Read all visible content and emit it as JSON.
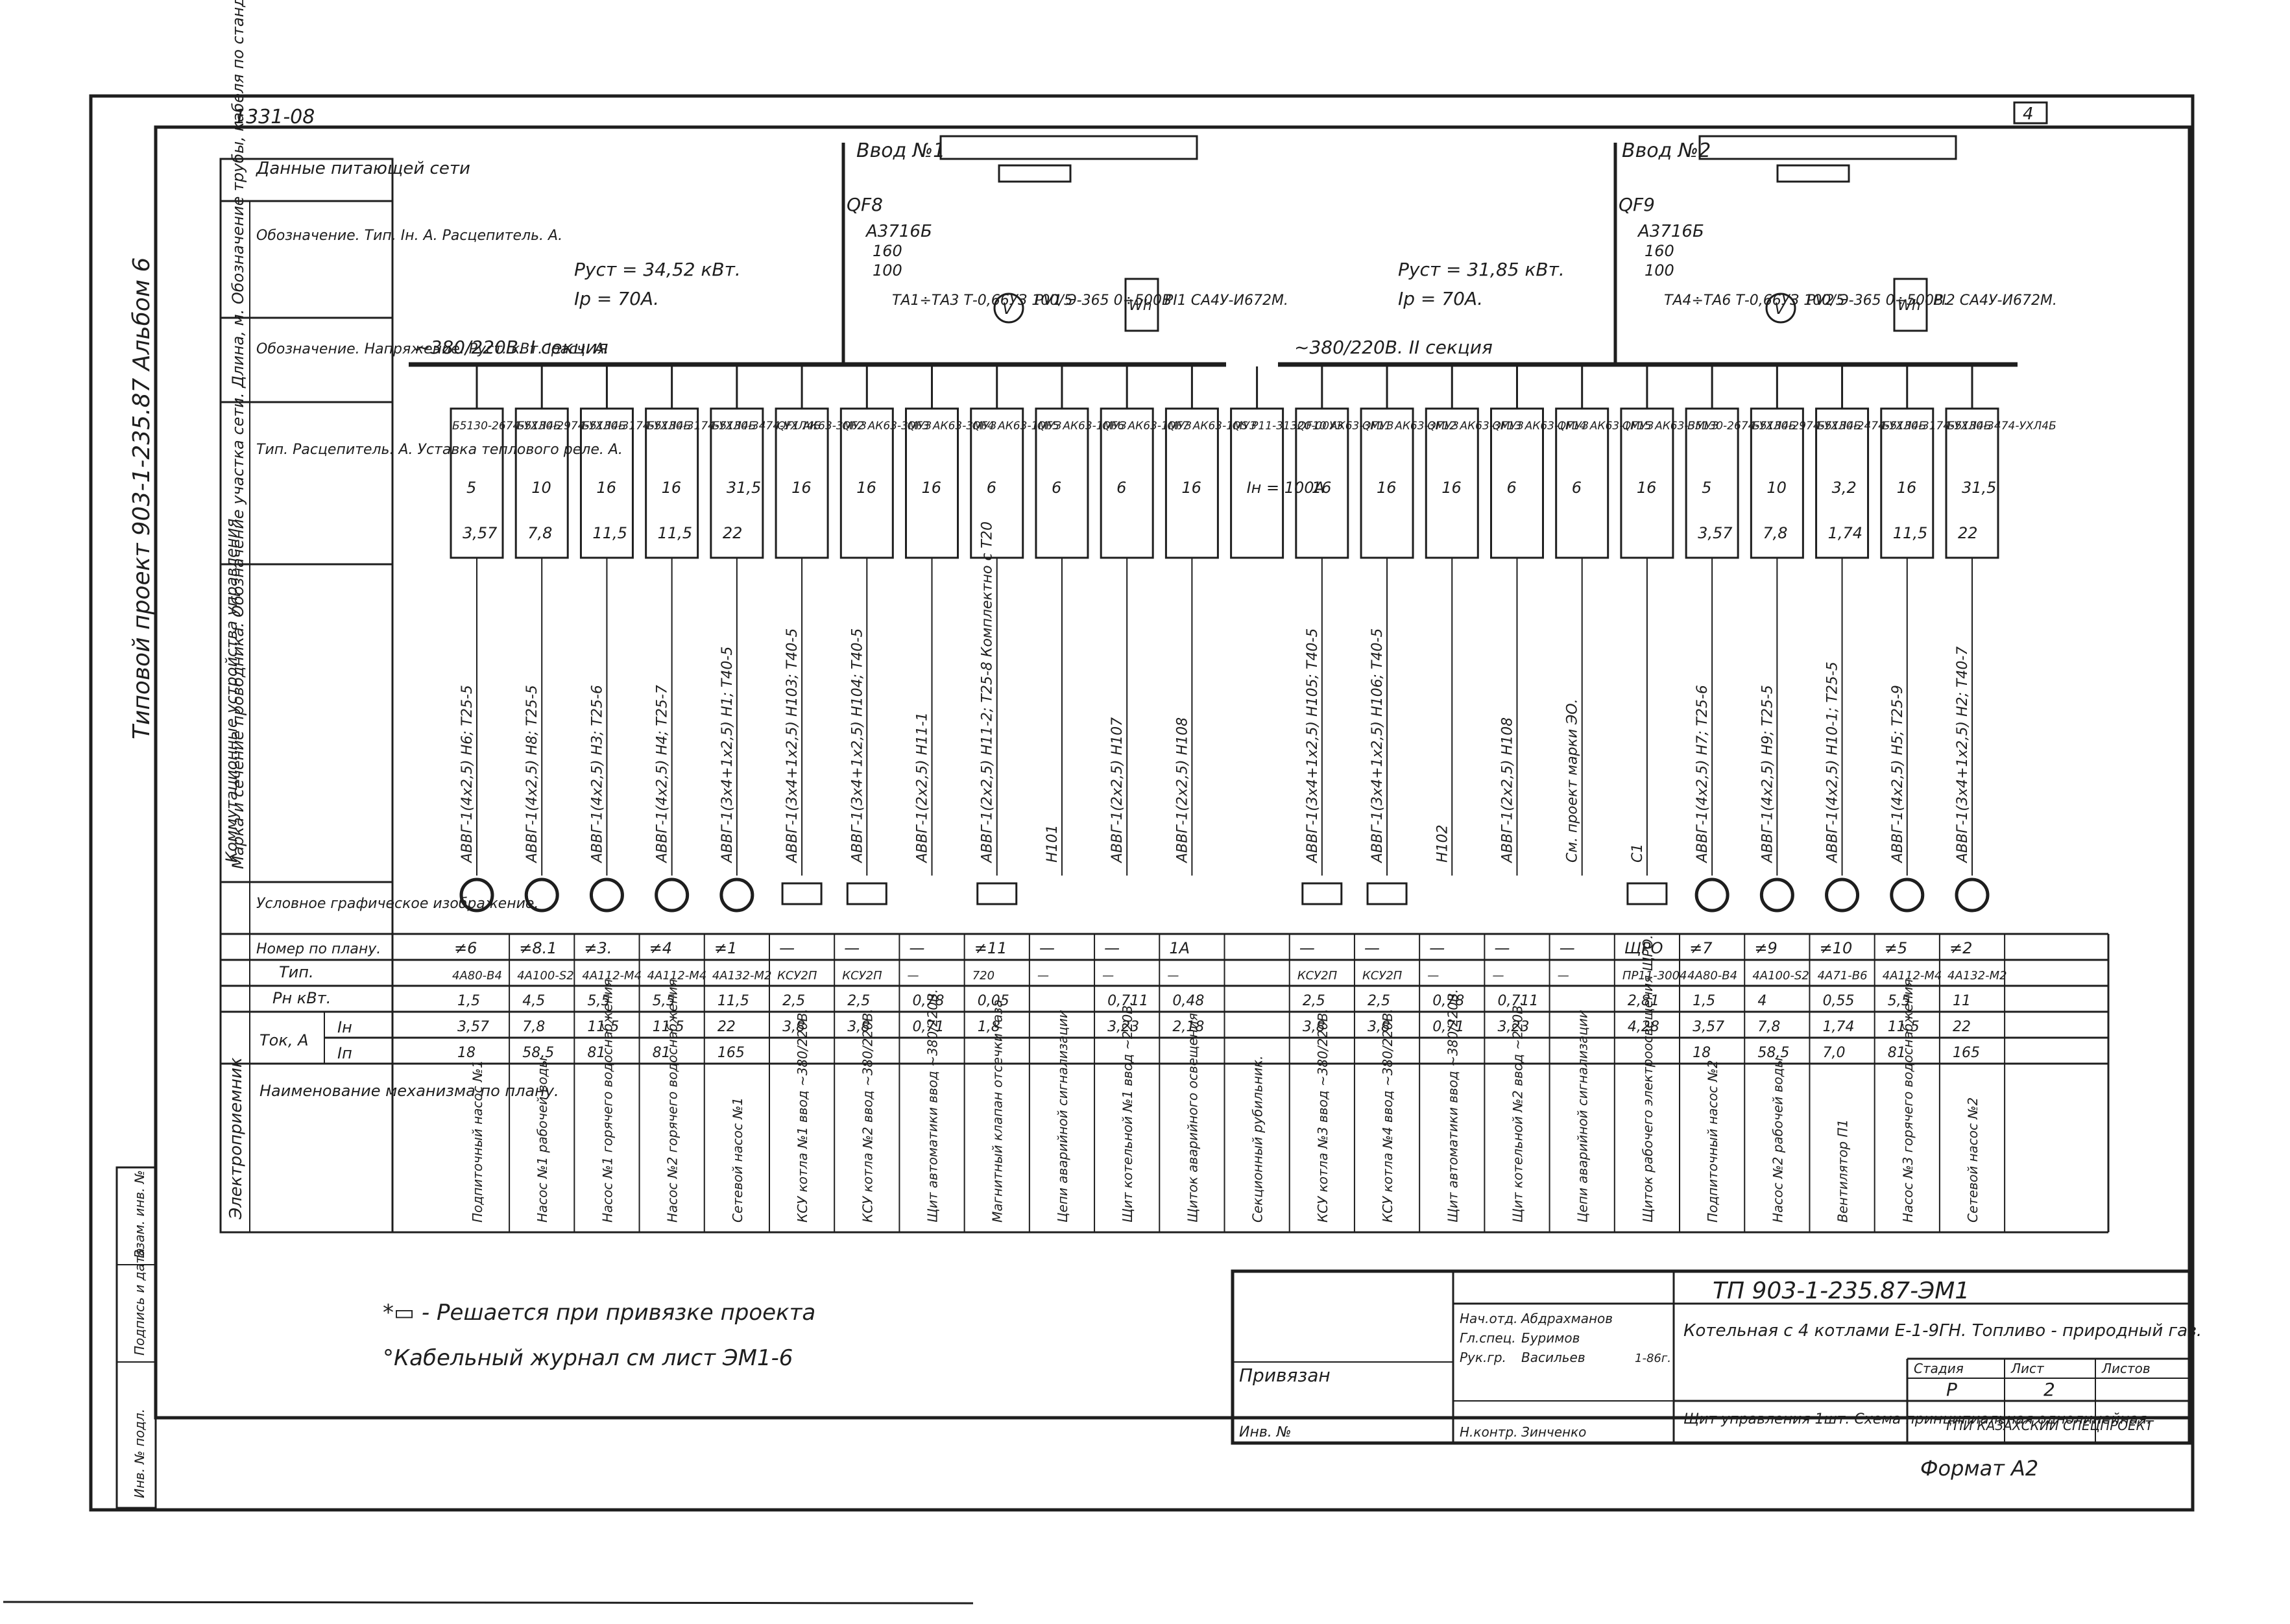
{
  "header": {
    "code": "1331-08",
    "sheet_mark": "4",
    "side_title": "Типовой проект 903-1-235.87 Альбом 6"
  },
  "inputs": [
    {
      "label": "Ввод №1",
      "breaker": "QF8",
      "breaker_type": "А3716Б",
      "breaker_rating": [
        "160",
        "100"
      ],
      "ct": "ТА1÷ТА3 Т-0,66УЗ 100/5",
      "voltmeter": "PV1 Э-365 0÷500В",
      "meter": "РI1 СА4У-И672М.",
      "power": "Руст = 34,52 кВт.",
      "current": "Iр = 70А.",
      "bus": "~380/220В. I секция"
    },
    {
      "label": "Ввод №2",
      "breaker": "QF9",
      "breaker_type": "А3716Б",
      "breaker_rating": [
        "160",
        "100"
      ],
      "ct": "ТА4÷ТА6 Т-0,66УЗ 100/5",
      "voltmeter": "PV2 Э-365 0÷500В.",
      "meter": "РI2 СА4У-И672М.",
      "power": "Руст = 31,85 кВт.",
      "current": "Iр = 70А.",
      "bus": "~380/220В. II секция"
    }
  ],
  "left_labels": {
    "supply_data": "Данные питающей сети",
    "input_app": "Обозначение. Тип. Iн. А. Расцепитель. А.",
    "bus_data": "Обозначение. Напряжение. Руст. кВт. Iрасч. А.",
    "switchgear": "Тип. Расцепитель. А. Уставка теплового реле. А.",
    "cable": "Марка и сечение проводника. Обозначение участка сети. Длина, м. Обозначение трубы, кабеля по стандарту. Длина, м",
    "symbol": "Условное графическое изображение.",
    "plan_no": "Номер по плану.",
    "type": "Тип.",
    "pn": "Рн кВт.",
    "current": "Ток, А",
    "in": "Iн",
    "ip": "Iп",
    "name": "Наименование механизма по плану.",
    "side_group_sw": "Коммутационные устройства управления",
    "side_group_el": "Электроприемник"
  },
  "feeders": [
    {
      "app": "Б5130-2674-УХЛ4Б",
      "rating": "5",
      "relay": "3,57",
      "cable": "АВВГ-1(4х2,5) Н6; Т25-5",
      "plan": "≠6",
      "type": "4А80-В4",
      "pn": "1,5",
      "in": "3,57",
      "ip": "18",
      "name": "Подпиточный насос №1",
      "sym": "circle"
    },
    {
      "app": "Б5130-2974-УХЛ4Б",
      "rating": "10",
      "relay": "7,8",
      "cable": "АВВГ-1(4х2,5) Н8; Т25-5",
      "plan": "≠8.1",
      "type": "4А100-S2",
      "pn": "4,5",
      "in": "7,8",
      "ip": "58,5",
      "name": "Насос №1 рабочей воды",
      "sym": "circle"
    },
    {
      "app": "Б5130-3174-УХЛ4Б",
      "rating": "16",
      "relay": "11,5",
      "cable": "АВВГ-1(4х2,5) Н3; Т25-6",
      "plan": "≠3.",
      "type": "4А112-М4",
      "pn": "5,5",
      "in": "11,5",
      "ip": "81",
      "name": "Насос №1 горячего водоснабжения",
      "sym": "circle"
    },
    {
      "app": "Б5130-3174-УХЛ4Б",
      "rating": "16",
      "relay": "11,5",
      "cable": "АВВГ-1(4х2,5) Н4; Т25-7",
      "plan": "≠4",
      "type": "4А112-М4",
      "pn": "5,5",
      "in": "11,5",
      "ip": "81",
      "name": "Насос №2 горячего водоснабжения",
      "sym": "circle"
    },
    {
      "app": "Б5130-3474-УХЛ4Б",
      "rating": "31,5",
      "relay": "22",
      "cable": "АВВГ-1(3х4+1х2,5) Н1; Т40-5",
      "plan": "≠1",
      "type": "4А132-М2",
      "pn": "11,5",
      "in": "22",
      "ip": "165",
      "name": "Сетевой насос №1",
      "sym": "circle"
    },
    {
      "app": "QF1 АК63-3МУЗ",
      "rating": "16",
      "relay": "",
      "cable": "АВВГ-1(3х4+1х2,5) Н103; Т40-5",
      "plan": "—",
      "type": "КСУ2П",
      "pn": "2,5",
      "in": "3,8",
      "ip": "",
      "name": "КСУ котла №1 ввод ~380/220В.",
      "sym": "box"
    },
    {
      "app": "QF2 АК63-3МУЗ",
      "rating": "16",
      "relay": "",
      "cable": "АВВГ-1(3х4+1х2,5) Н104; Т40-5",
      "plan": "—",
      "type": "КСУ2П",
      "pn": "2,5",
      "in": "3,8",
      "ip": "",
      "name": "КСУ котла №2 ввод ~380/220В.",
      "sym": "box"
    },
    {
      "app": "QF3 АК63-3МУЗ",
      "rating": "16",
      "relay": "",
      "cable": "АВВГ-1(2х2,5) Н11-1",
      "plan": "—",
      "type": "—",
      "pn": "0,78",
      "in": "0,71",
      "ip": "",
      "name": "Щит автоматики ввод ~380/220В.",
      "sym": "none"
    },
    {
      "app": "QF4 АК63-1МУЗ",
      "rating": "6",
      "relay": "",
      "cable": "АВВГ-1(2х2,5) Н11-2; Т25-8 Комплектно с Т20",
      "plan": "≠11",
      "type": "720",
      "pn": "0,05",
      "in": "1,8",
      "ip": "",
      "name": "Магнитный клапан отсечки газа",
      "sym": "box"
    },
    {
      "app": "QF5 АК63-1МУЗ",
      "rating": "6",
      "relay": "",
      "cable": "Н101",
      "plan": "—",
      "type": "—",
      "pn": "",
      "in": "",
      "ip": "",
      "name": "Цепи аварийной сигнализации",
      "sym": "none"
    },
    {
      "app": "QF6 АК63-1МУЗ",
      "rating": "6",
      "relay": "",
      "cable": "АВВГ-1(2х2,5) Н107",
      "plan": "—",
      "type": "—",
      "pn": "0,711",
      "in": "3,23",
      "ip": "",
      "name": "Щит котельной №1 ввод ~220В.",
      "sym": "none"
    },
    {
      "app": "QF7 АК63-1МУЗ",
      "rating": "16",
      "relay": "",
      "cable": "АВВГ-1(2х2,5) Н108",
      "plan": "1А",
      "type": "—",
      "pn": "0,48",
      "in": "2,18",
      "ip": "",
      "name": "Щиток аварийного освещения",
      "sym": "none"
    },
    {
      "app": "QS Р11-31320-00УЗ",
      "rating": "Iн = 100А",
      "relay": "",
      "cable": "",
      "plan": "",
      "type": "",
      "pn": "",
      "in": "",
      "ip": "",
      "name": "Секционный рубильник.",
      "sym": "none"
    },
    {
      "app": "QF10 АК63-3МУЗ",
      "rating": "16",
      "relay": "",
      "cable": "АВВГ-1(3х4+1х2,5) Н105; Т40-5",
      "plan": "—",
      "type": "КСУ2П",
      "pn": "2,5",
      "in": "3,8",
      "ip": "",
      "name": "КСУ котла №3 ввод ~380/220В.",
      "sym": "box"
    },
    {
      "app": "QF11 АК63-3МУЗ",
      "rating": "16",
      "relay": "",
      "cable": "АВВГ-1(3х4+1х2,5) Н106; Т40-5",
      "plan": "—",
      "type": "КСУ2П",
      "pn": "2,5",
      "in": "3,8",
      "ip": "",
      "name": "КСУ котла №4 ввод ~380/220В.",
      "sym": "box"
    },
    {
      "app": "QF12 АК63-3МУЗ",
      "rating": "16",
      "relay": "",
      "cable": "Н102",
      "plan": "—",
      "type": "—",
      "pn": "0,78",
      "in": "0,71",
      "ip": "",
      "name": "Щит автоматики ввод ~380/220В.",
      "sym": "none"
    },
    {
      "app": "QF13 АК63-1МУЗ",
      "rating": "6",
      "relay": "",
      "cable": "АВВГ-1(2х2,5) Н108",
      "plan": "—",
      "type": "—",
      "pn": "0,711",
      "in": "3,23",
      "ip": "",
      "name": "Щит котельной №2 ввод ~220В.",
      "sym": "none"
    },
    {
      "app": "QF14 АК63-1МУЗ",
      "rating": "6",
      "relay": "",
      "cable": "См. проект марки ЭО.",
      "plan": "—",
      "type": "—",
      "pn": "",
      "in": "",
      "ip": "",
      "name": "Цепи аварийной сигнализации",
      "sym": "none"
    },
    {
      "app": "QF15 АК63-3МУЗ",
      "rating": "16",
      "relay": "",
      "cable": "С1",
      "plan": "ЩРО",
      "type": "ПР11-3004",
      "pn": "2,81",
      "in": "4,28",
      "ip": "",
      "name": "Щиток рабочего электроосвещения ЩРО.",
      "sym": "box"
    },
    {
      "app": "Б5130-2674-УХЛ4Б",
      "rating": "5",
      "relay": "3,57",
      "cable": "АВВГ-1(4х2,5) Н7; Т25-6",
      "plan": "≠7",
      "type": "4А80-В4",
      "pn": "1,5",
      "in": "3,57",
      "ip": "18",
      "name": "Подпиточный насос №2",
      "sym": "circle"
    },
    {
      "app": "Б5130-2974-УХЛ4Б",
      "rating": "10",
      "relay": "7,8",
      "cable": "АВВГ-1(4х2,5) Н9; Т25-5",
      "plan": "≠9",
      "type": "4А100-S2",
      "pn": "4",
      "in": "7,8",
      "ip": "58,5",
      "name": "Насос №2 рабочей воды",
      "sym": "circle"
    },
    {
      "app": "Б5130-2474-УХЛ4Б",
      "rating": "3,2",
      "relay": "1,74",
      "cable": "АВВГ-1(4х2,5) Н10-1; Т25-5",
      "plan": "≠10",
      "type": "4А71-В6",
      "pn": "0,55",
      "in": "1,74",
      "ip": "7,0",
      "name": "Вентилятор П1",
      "sym": "circle"
    },
    {
      "app": "Б5130-3174-УХЛ4Б",
      "rating": "16",
      "relay": "11,5",
      "cable": "АВВГ-1(4х2,5) Н5; Т25-9",
      "plan": "≠5",
      "type": "4А112-М4",
      "pn": "5,5",
      "in": "11,5",
      "ip": "81",
      "name": "Насос №3 горячего водоснабжения",
      "sym": "circle"
    },
    {
      "app": "Б5130-3474-УХЛ4Б",
      "rating": "31,5",
      "relay": "22",
      "cable": "АВВГ-1(3х4+1х2,5) Н2; Т40-7",
      "plan": "≠2",
      "type": "4А132-М2",
      "pn": "11",
      "in": "22",
      "ip": "165",
      "name": "Сетевой насос №2",
      "sym": "circle"
    }
  ],
  "notes": [
    "*▭ - Решается при привязке проекта",
    "°Кабельный журнал см лист ЭМ1-6"
  ],
  "stamp": {
    "doc_code": "ТП 903-1-235.87-ЭМ1",
    "title": "Котельная с 4 котлами Е-1-9ГН. Топливо - природный газ.",
    "sheet_title": "Щит управления 1шт. Схема принципиальная однолинейная.",
    "org": "ГПИ КАЗАХСКИЙ СПЕЦПРОЕКТ",
    "format": "Формат А2",
    "stage_h": "Стадия",
    "sheet_h": "Лист",
    "sheets_h": "Листов",
    "stage": "Р",
    "sheet": "2",
    "tied": "Привязан",
    "inv": "Инв. №",
    "roles": [
      "Нач.отд.",
      "Гл.спец.",
      "Рук.гр.",
      "Н.контр."
    ],
    "names": [
      "Абдрахманов",
      "Буримов",
      "Васильев",
      "Зинченко"
    ],
    "date": "1-86г."
  },
  "side_stamp": [
    "Инв. № подл.",
    "Подпись и дата",
    "Взам. инв. №"
  ]
}
